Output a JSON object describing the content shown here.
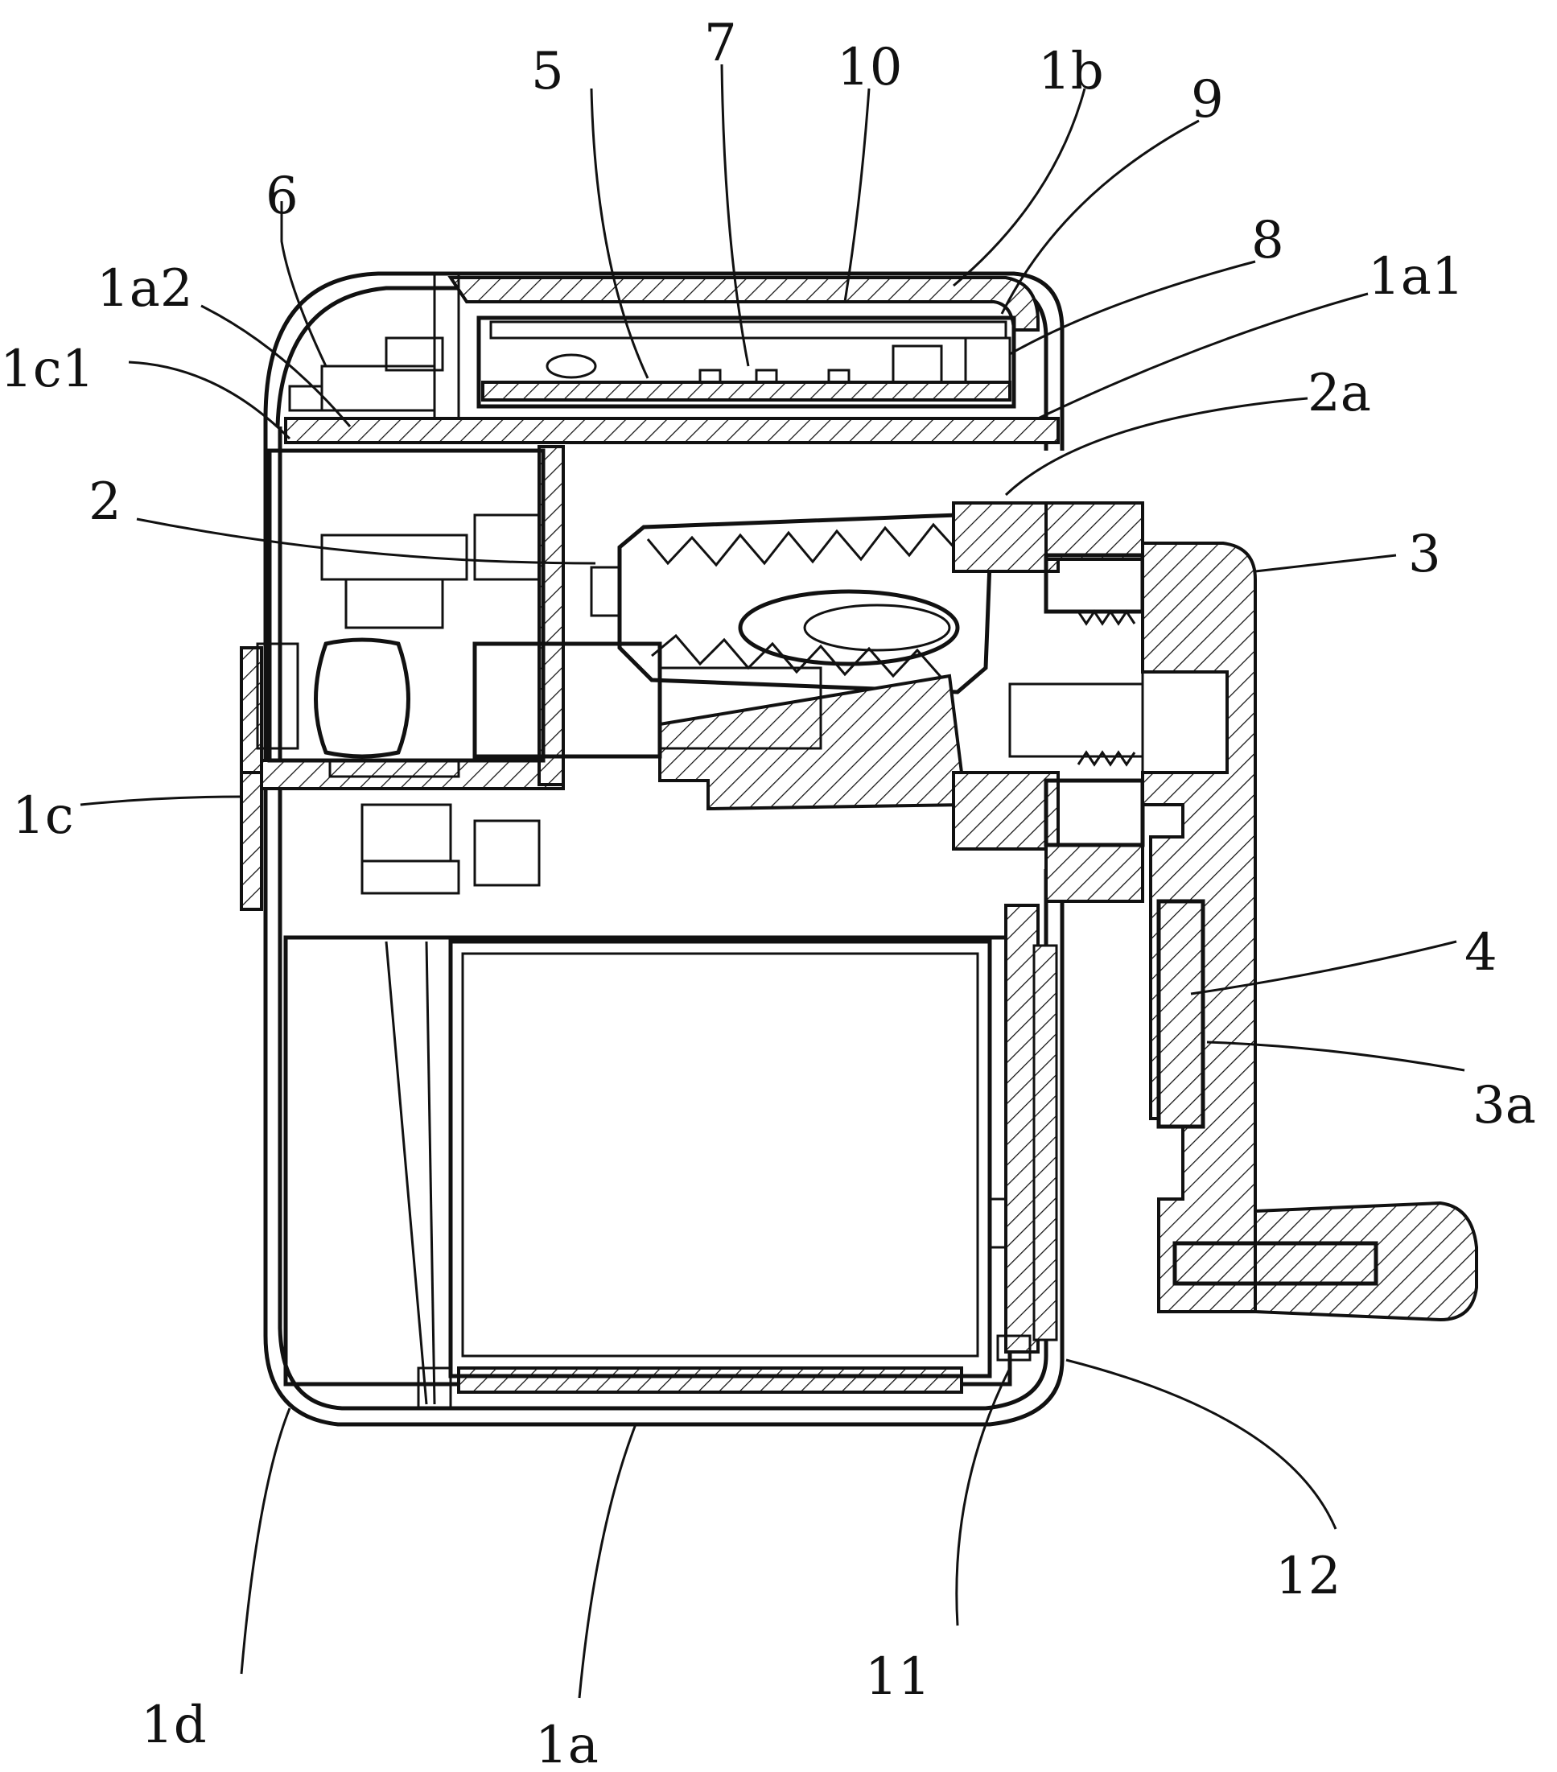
{
  "figure": {
    "labels": [
      {
        "id": "5",
        "text": "5"
      },
      {
        "id": "7",
        "text": "7"
      },
      {
        "id": "10",
        "text": "10"
      },
      {
        "id": "1b",
        "text": "1b"
      },
      {
        "id": "9",
        "text": "9"
      },
      {
        "id": "6",
        "text": "6"
      },
      {
        "id": "8",
        "text": "8"
      },
      {
        "id": "1a2",
        "text": "1a2"
      },
      {
        "id": "1a1",
        "text": "1a1"
      },
      {
        "id": "1c1",
        "text": "1c1"
      },
      {
        "id": "2a",
        "text": "2a"
      },
      {
        "id": "2",
        "text": "2"
      },
      {
        "id": "3",
        "text": "3"
      },
      {
        "id": "1c",
        "text": "1c"
      },
      {
        "id": "4",
        "text": "4"
      },
      {
        "id": "3a",
        "text": "3a"
      },
      {
        "id": "12",
        "text": "12"
      },
      {
        "id": "11",
        "text": "11"
      },
      {
        "id": "1d",
        "text": "1d"
      },
      {
        "id": "1a",
        "text": "1a"
      }
    ]
  }
}
